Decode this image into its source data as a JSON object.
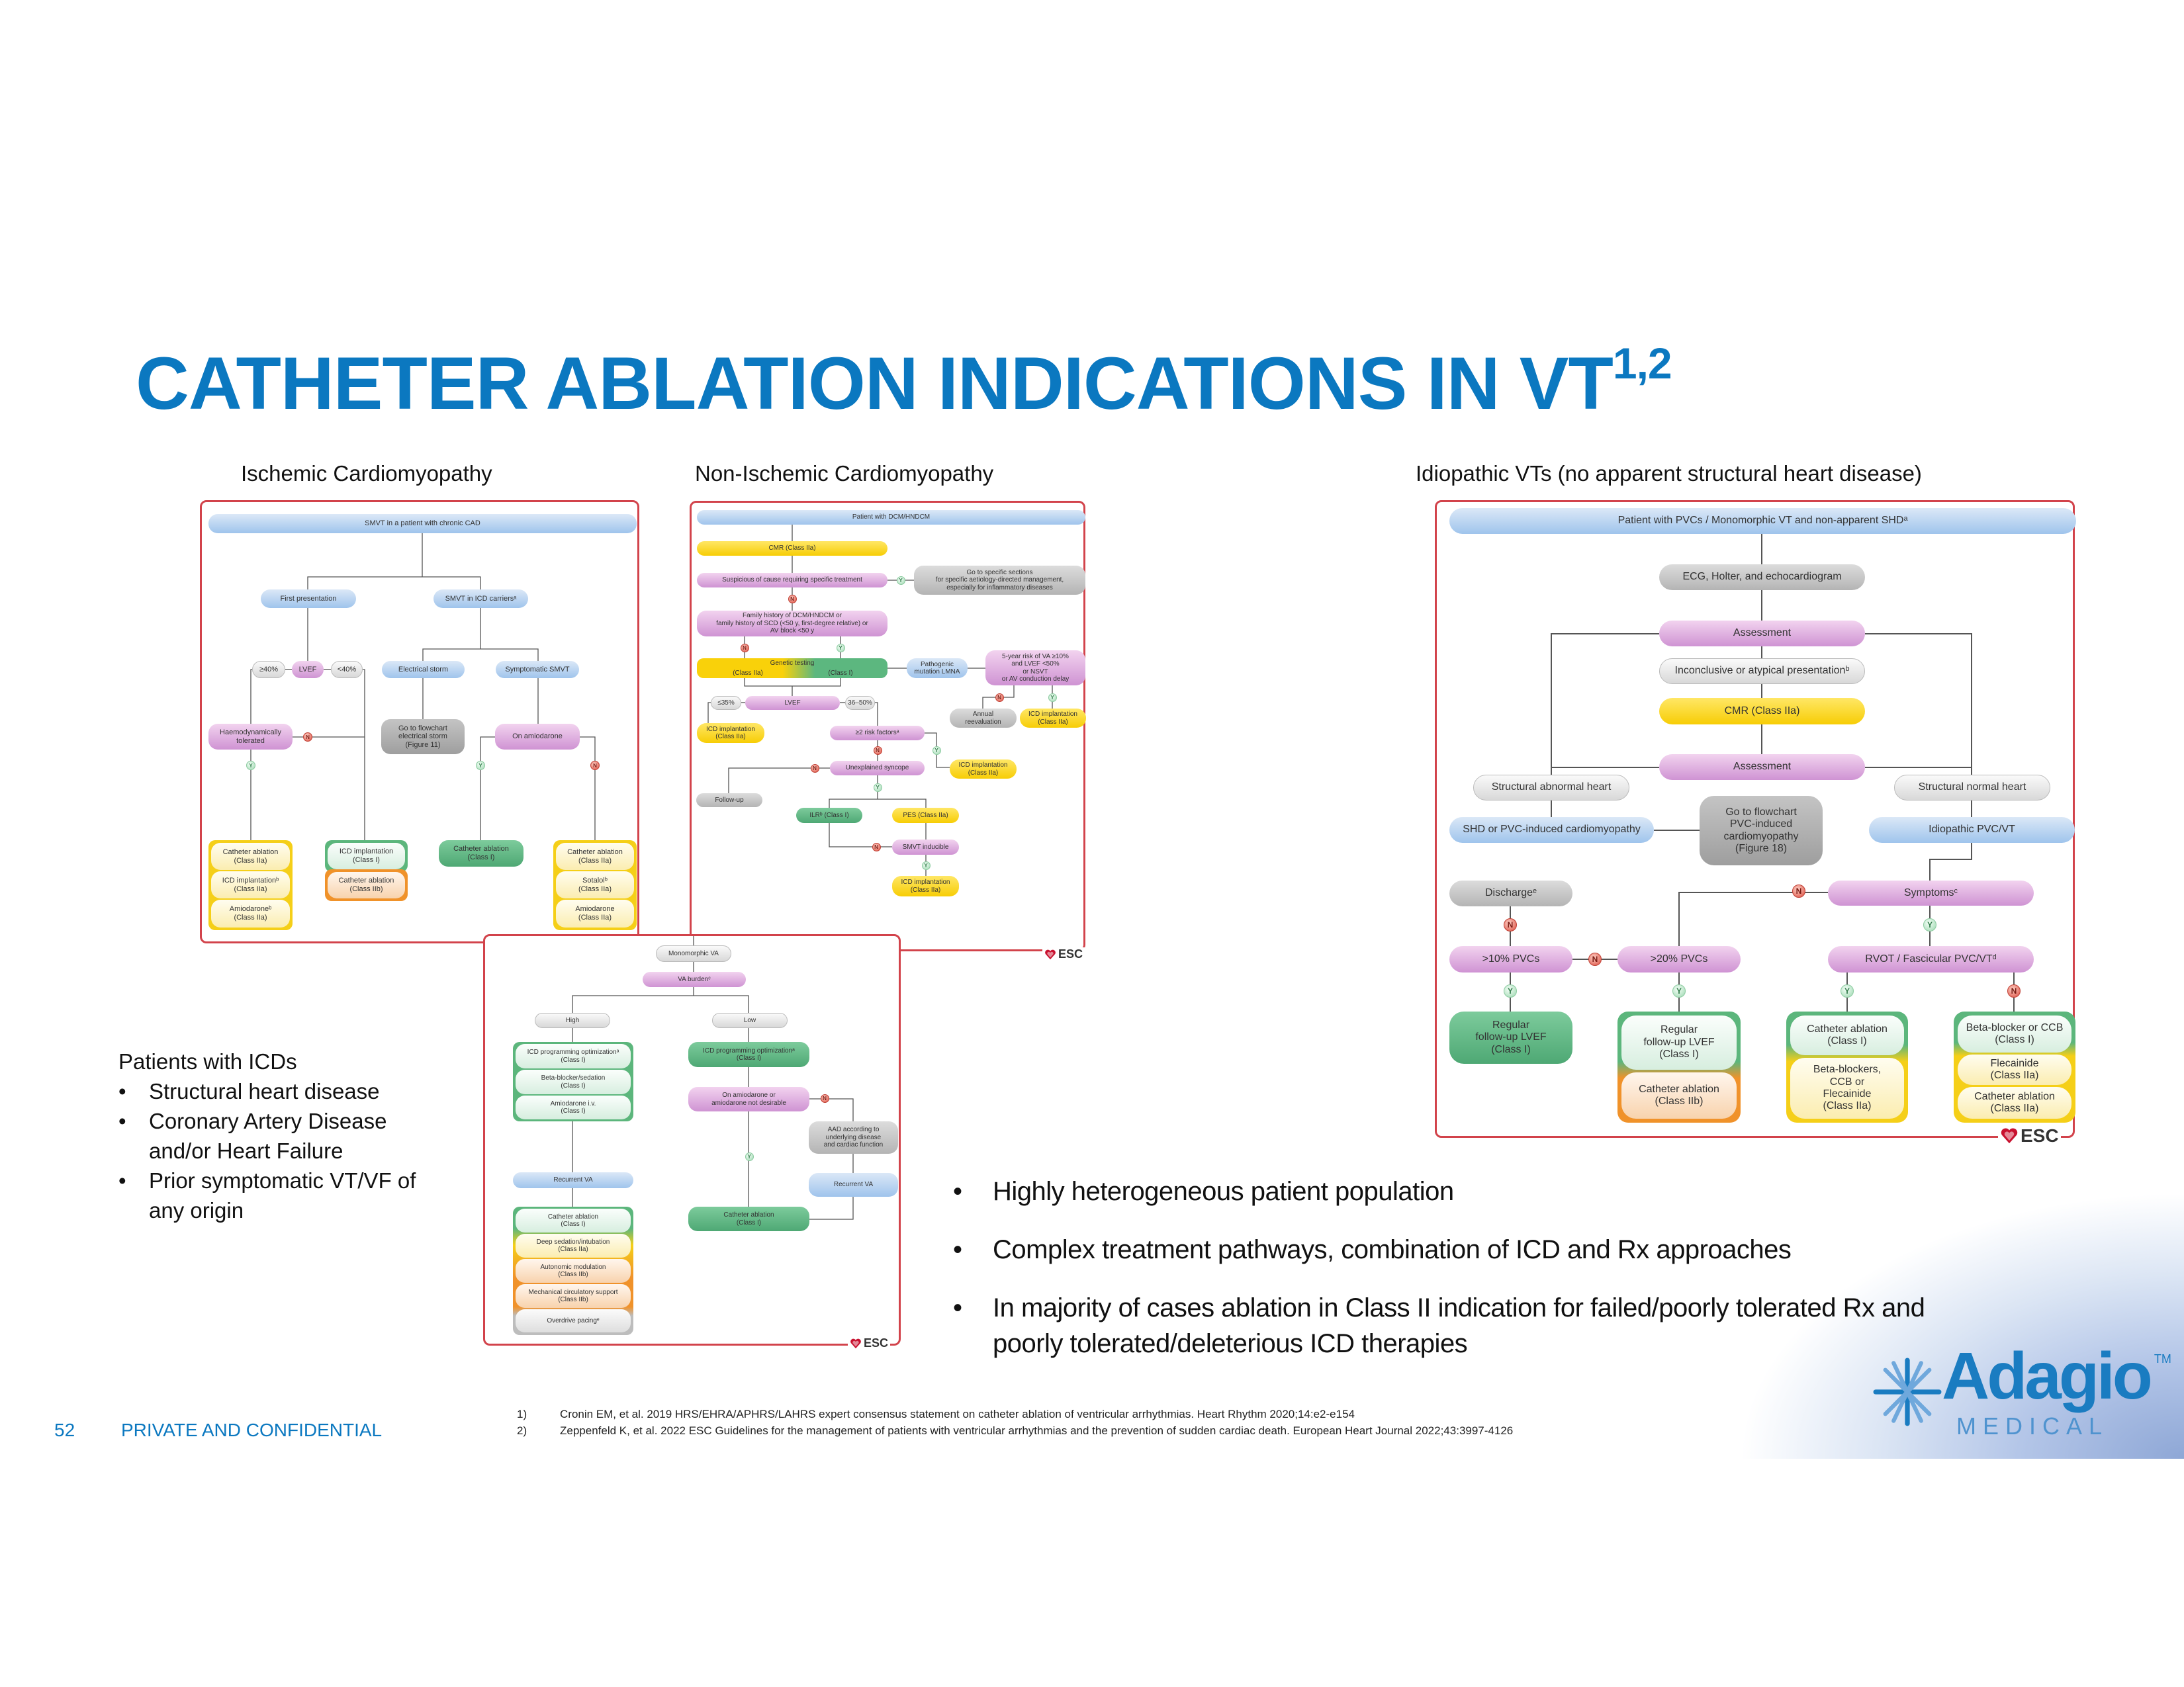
{
  "slide": {
    "title": "CATHETER ABLATION INDICATIONS IN VT",
    "title_superscript": "1,2",
    "page_number": "52",
    "confidential_label": "PRIVATE AND CONFIDENTIAL"
  },
  "flow_labels": {
    "yes": "Y",
    "no": "N",
    "esc": "ESC"
  },
  "charts": {
    "ischemic": {
      "heading": "Ischemic Cardiomyopathy",
      "nodes": {
        "top": "SMVT in a patient with chronic CAD",
        "first": "First presentation",
        "icd_carriers": "SMVT in ICD carriersᵃ",
        "ge40": "≥40%",
        "lvef": "LVEF",
        "lt40": "<40%",
        "storm": "Electrical storm",
        "symptomatic": "Symptomatic SMVT",
        "haemo": "Haemodynamically\ntolerated",
        "goto": "Go to flowchart\nelectrical storm\n(Figure 11)",
        "amio": "On amiodarone",
        "s1a": "Catheter ablation\n(Class IIa)",
        "s1b": "ICD implantationᵇ\n(Class IIa)",
        "s1c": "Amiodaroneᵇ\n(Class IIa)",
        "s2a": "ICD implantation\n(Class I)",
        "s2b": "Catheter ablation\n(Class IIb)",
        "ca1": "Catheter ablation\n(Class I)",
        "s3a": "Catheter ablation\n(Class IIa)",
        "s3b": "Sotalolᵇ\n(Class IIa)",
        "s3c": "Amiodarone\n(Class IIa)"
      }
    },
    "nonischemic": {
      "heading": "Non-Ischemic Cardiomyopathy",
      "nodes": {
        "top": "Patient with DCM/HNDCM",
        "cmr": "CMR (Class IIa)",
        "suspicious": "Suspicious of cause requiring specific treatment",
        "goto": "Go to specific sections\nfor specific aetiology-directed management,\nespecially for inflammatory diseases",
        "family": "Family history of DCM/HNDCM or\nfamily history of SCD (<50 y, first-degree relative) or\nAV block <50 y",
        "genetic": "Genetic testing",
        "genetic_iia": "(Class IIa)",
        "genetic_i": "(Class I)",
        "lmna": "Pathogenic\nmutation LMNA",
        "risk5": "5-year risk of VA ≥10%\nand LVEF <50%\nor NSVT\nor AV conduction delay",
        "le35": "≤35%",
        "lvef": "LVEF",
        "r3650": "36–50%",
        "annual": "Annual\nreevaluation",
        "icd_right": "ICD implantation\n(Class IIa)",
        "icd_left": "ICD implantation\n(Class IIa)",
        "riskfactors": "≥2 risk factorsᵃ",
        "icd_mid": "ICD implantation\n(Class IIa)",
        "syncope": "Unexplained syncope",
        "followup": "Follow-up",
        "ilr": "ILRᵇ (Class I)",
        "pes": "PES (Class IIa)",
        "smvt": "SMVT inducible",
        "icd_bottom": "ICD implantation\n(Class IIa)"
      }
    },
    "storm": {
      "nodes": {
        "mono": "Monomorphic VA",
        "burden": "VA burdenᶜ",
        "high": "High",
        "low": "Low",
        "h1": "ICD programming optimizationᵃ\n(Class I)",
        "h2": "Beta-blocker/sedation\n(Class I)",
        "h3": "Amiodarone i.v.\n(Class I)",
        "l1": "ICD programming optimizationᵃ\n(Class I)",
        "amio": "On amiodarone or\namiodarone not desirable",
        "aad": "AAD according to\nunderlying disease\nand cardiac function",
        "rec_left": "Recurrent VA",
        "rec_right": "Recurrent VA",
        "ca_right": "Catheter ablation\n(Class I)",
        "b1": "Catheter ablation\n(Class I)",
        "b2": "Deep sedation/intubation\n(Class IIa)",
        "b3": "Autonomic modulation\n(Class IIb)",
        "b4": "Mechanical circulatory support\n(Class IIb)",
        "b5": "Overdrive pacingᵉ"
      }
    },
    "idiopathic": {
      "heading": "Idiopathic VTs (no apparent structural heart disease)",
      "nodes": {
        "top": "Patient with PVCs / Monomorphic VT and non-apparent SHDᵃ",
        "ecg": "ECG, Holter, and echocardiogram",
        "assess1": "Assessment",
        "inconclusive": "Inconclusive or atypical presentationᵇ",
        "cmr": "CMR (Class IIa)",
        "assess2": "Assessment",
        "abnormal": "Structural abnormal heart",
        "normal": "Structural normal heart",
        "shd": "SHD or PVC-induced cardiomyopathy",
        "goto": "Go to flowchart\nPVC-induced\ncardiomyopathy\n(Figure 18)",
        "idiopathic": "Idiopathic PVC/VT",
        "discharge": "Dischargeᵉ",
        "symptoms": "Symptomsᶜ",
        "gt10": ">10% PVCs",
        "gt20": ">20% PVCs",
        "rvot": "RVOT / Fascicular PVC/VTᵈ",
        "follow1": "Regular\nfollow-up LVEF\n(Class I)",
        "s2a": "Regular\nfollow-up LVEF\n(Class I)",
        "s2b": "Catheter ablation\n(Class IIb)",
        "s3a": "Catheter ablation\n(Class I)",
        "s3b": "Beta-blockers,\nCCB or\nFlecainide\n(Class IIa)",
        "s4a": "Beta-blocker or CCB\n(Class I)",
        "s4b": "Flecainide\n(Class IIa)",
        "s4c": "Catheter ablation\n(Class IIa)"
      }
    }
  },
  "icd_patients": {
    "heading": "Patients with ICDs",
    "bullet": "•",
    "items": [
      "Structural heart disease",
      "Coronary Artery Disease\nand/or Heart Failure",
      "Prior symptomatic VT/VF of\nany origin"
    ]
  },
  "key_points": {
    "bullet": "•",
    "items": [
      "Highly heterogeneous patient population",
      "Complex treatment pathways, combination of ICD and Rx approaches",
      "In majority of cases ablation in Class II indication for failed/poorly tolerated Rx and\npoorly tolerated/deleterious ICD therapies"
    ]
  },
  "references": [
    {
      "num": "1)",
      "text": "Cronin EM, et al. 2019 HRS/EHRA/APHRS/LAHRS expert consensus statement on catheter ablation of ventricular arrhythmias. Heart Rhythm 2020;14:e2-e154"
    },
    {
      "num": "2)",
      "text": "Zeppenfeld K, et al. 2022 ESC Guidelines for the management of patients with ventricular arrhythmias and the prevention of sudden cardiac death. European Heart Journal 2022;43:3997-4126"
    }
  ],
  "logo": {
    "name": "Adagio",
    "sub": "MEDICAL",
    "tm": "TM"
  },
  "colors": {
    "brand_blue": "#0b78c0",
    "chart_border": "#d2434b"
  }
}
